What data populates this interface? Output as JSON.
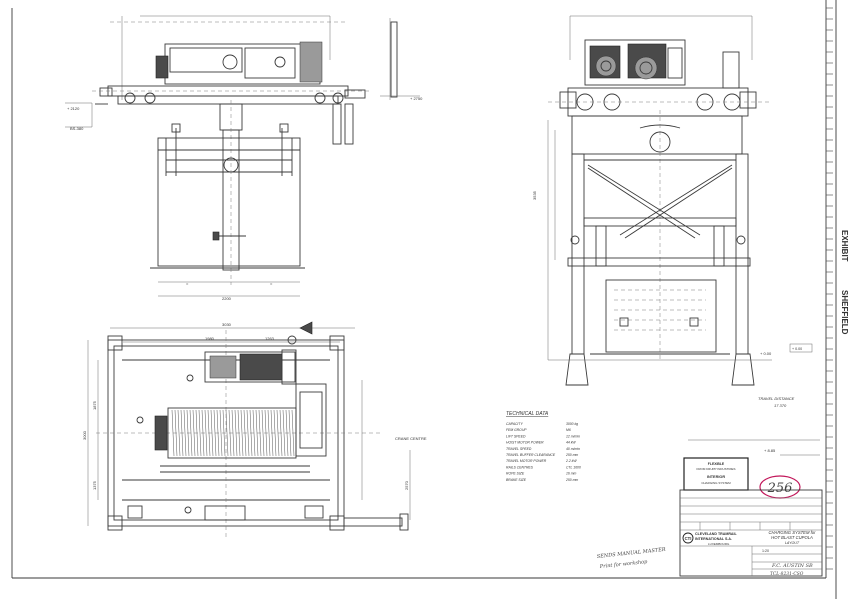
{
  "technical_data": {
    "heading": "TECHNICAL DATA",
    "rows": [
      {
        "label": "CAPACITY",
        "value": "3000 kg"
      },
      {
        "label": "FEM GROUP",
        "value": "M6"
      },
      {
        "label": "LIFT SPEED",
        "value": "12 m/min"
      },
      {
        "label": "HOIST MOTOR POWER",
        "value": "44 kW"
      },
      {
        "label": "TRAVEL SPEED",
        "value": "40 m/min"
      },
      {
        "label": "TRAVEL BUFFER CLEARANCE",
        "value": "250 mm"
      },
      {
        "label": "TRAVEL MOTOR POWER",
        "value": "2.2 kW"
      },
      {
        "label": "RAILS CENTRES",
        "value": "CTL 1600"
      },
      {
        "label": "ROPE SIZE",
        "value": "16 mm"
      },
      {
        "label": "BRAKE SIZE",
        "value": "250 mm"
      }
    ]
  },
  "annotations": {
    "travel_distance_label": "TRAVEL DISTANCE",
    "travel_distance_value": "17 370",
    "crane_centre": "CRANE CENTRE",
    "handwritten_note_1": "SENDS MANUAL MASTER",
    "handwritten_note_2": "Print for workshop"
  },
  "stamp": {
    "line1": "FLEXIBLE",
    "line2": "FROM KRUPP INDUSTRIES",
    "line3": "INTERIOR",
    "line4": "CHARGING SYSTEM"
  },
  "circled_number": "256",
  "title_block": {
    "company_line1": "CLEVELAND TRAMRAIL",
    "company_line2": "INTERNATIONAL S.A.",
    "company_line3": "LUXEMBOURG",
    "logo_text": "CTI",
    "title_line1": "CHARGING SYSTEM for",
    "title_line2": "HOT BLAST CUPOLA",
    "title_line3": "LAYOUT",
    "scale": "1:20",
    "drawing_no": "TCL-8231-CSO",
    "customer": "F.C. AUSTIN SB"
  },
  "side_text": {
    "upper": "EXHIBIT",
    "lower": "SHEFFIELD"
  }
}
